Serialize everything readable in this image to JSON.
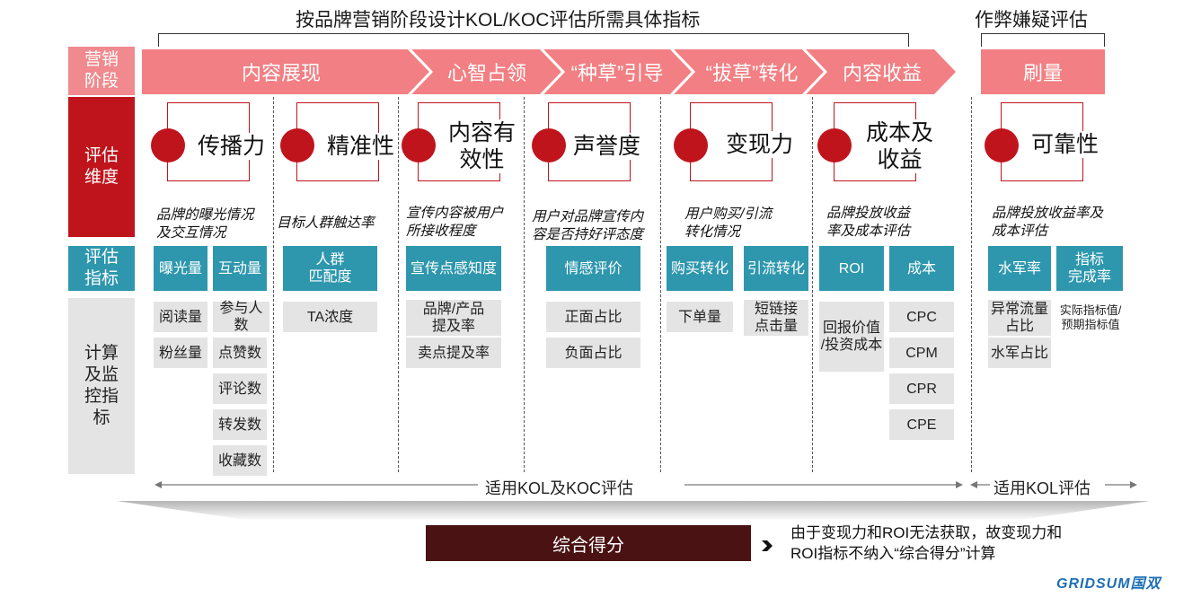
{
  "header": {
    "title_main": "按品牌营销阶段设计KOL/KOC评估所需具体指标",
    "title_side": "作弊嫌疑评估"
  },
  "row_labels": {
    "stage": [
      "营销",
      "阶段"
    ],
    "dimension": [
      "评估",
      "维度"
    ],
    "metric": [
      "评估",
      "指标"
    ],
    "calc": [
      "计算",
      "及监",
      "控指",
      "标"
    ]
  },
  "stages": [
    "内容展现",
    "心智占领",
    "“种草”引导",
    "“拔草”转化",
    "内容收益",
    "刷量"
  ],
  "dimensions": [
    {
      "label": [
        "传播力"
      ],
      "desc": [
        "品牌的曝光情况",
        "及交互情况"
      ]
    },
    {
      "label": [
        "精准性"
      ],
      "desc": [
        "目标人群触达率"
      ]
    },
    {
      "label": [
        "内容有",
        "效性"
      ],
      "desc": [
        "宣传内容被用户",
        "所接收程度"
      ]
    },
    {
      "label": [
        "声誉度"
      ],
      "desc": [
        "用户对品牌宣传内",
        "容是否持好评态度"
      ]
    },
    {
      "label": [
        "变现力"
      ],
      "desc": [
        "用户购买/引流",
        "转化情况"
      ]
    },
    {
      "label": [
        "成本及",
        "收益"
      ],
      "desc": [
        "品牌投放收益",
        "率及成本评估"
      ]
    },
    {
      "label": [
        "可靠性"
      ],
      "desc": [
        "品牌投放收益率及",
        "成本评估"
      ]
    }
  ],
  "metrics": {
    "exposure": [
      "曝光量"
    ],
    "interaction": [
      "互动量"
    ],
    "target_match": [
      "人群",
      "匹配度"
    ],
    "awareness": [
      "宣传点感知度"
    ],
    "sentiment": [
      "情感评价"
    ],
    "purchase": [
      "购买转化"
    ],
    "traffic": [
      "引流转化"
    ],
    "roi": [
      "ROI"
    ],
    "cost": [
      "成本"
    ],
    "fake_rate": [
      "水军率"
    ],
    "target_completion": [
      "指标",
      "完成率"
    ]
  },
  "calcs": {
    "read": [
      "阅读量"
    ],
    "fans": [
      "粉丝量"
    ],
    "participants": [
      "参与人数"
    ],
    "likes": [
      "点赞数"
    ],
    "comments": [
      "评论数"
    ],
    "shares": [
      "转发数"
    ],
    "favorites": [
      "收藏数"
    ],
    "ta": [
      "TA浓度"
    ],
    "brand_mention": [
      "品牌/产品",
      "提及率"
    ],
    "selling_mention": [
      "卖点提及率"
    ],
    "positive": [
      "正面占比"
    ],
    "negative": [
      "负面占比"
    ],
    "orders": [
      "下单量"
    ],
    "short_link": [
      "短链接",
      "点击量"
    ],
    "return_ratio": [
      "回报价值",
      "/投资成本"
    ],
    "cpc": [
      "CPC"
    ],
    "cpm": [
      "CPM"
    ],
    "cpr": [
      "CPR"
    ],
    "cpe": [
      "CPE"
    ],
    "abnormal": [
      "异常流量",
      "占比"
    ],
    "actual_vs_expected": [
      "实际指标值/",
      "预期指标值"
    ],
    "fake_share": [
      "水军占比"
    ]
  },
  "scope": {
    "koc": "适用KOL及KOC评估",
    "kol": "适用KOL评估"
  },
  "score": {
    "label": "综合得分",
    "note": [
      "由于变现力和ROI无法获取，故变现力和",
      "ROI指标不纳入“综合得分”计算"
    ]
  },
  "logo": {
    "text": "GRIDSUM国双"
  },
  "colors": {
    "stage": "#f27f83",
    "dimension": "#c0141c",
    "metric": "#2e97ad",
    "calc": "#e4e4e4",
    "score": "#4a1212"
  }
}
